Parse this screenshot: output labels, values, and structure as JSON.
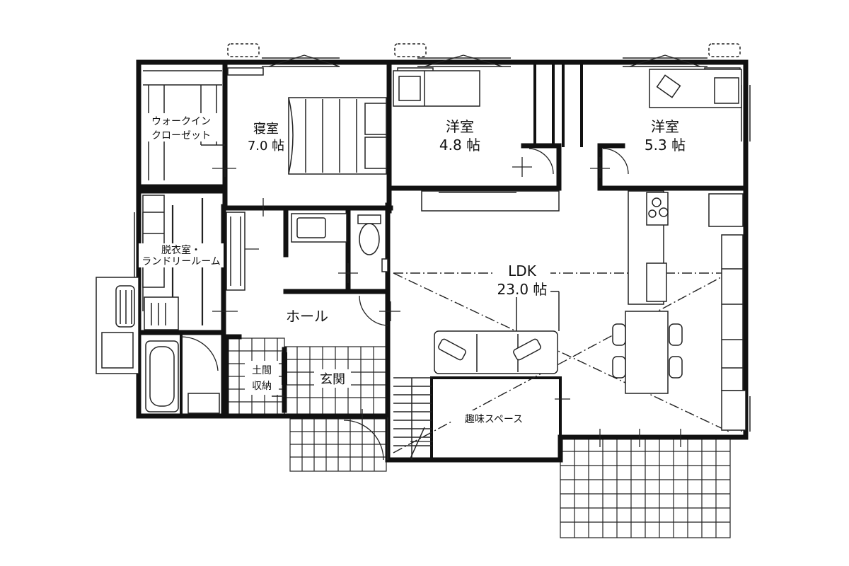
{
  "floor_plan": {
    "rooms": {
      "walk_in_closet": {
        "line1": "ウォークイン",
        "line2": "クローゼット"
      },
      "bedroom": {
        "name": "寝室",
        "size": "7.0 帖"
      },
      "western_room_1": {
        "name": "洋室",
        "size": "4.8 帖"
      },
      "western_room_2": {
        "name": "洋室",
        "size": "5.3 帖"
      },
      "laundry": {
        "line1": "脱衣室・",
        "line2": "ランドリールーム"
      },
      "ldk": {
        "name": "LDK",
        "size": "23.0 帖"
      },
      "hall": {
        "name": "ホール"
      },
      "earth_storage": {
        "line1": "土間",
        "line2": "収納"
      },
      "entrance": {
        "name": "玄関"
      },
      "hobby_space": {
        "name": "趣味スペース"
      }
    }
  }
}
